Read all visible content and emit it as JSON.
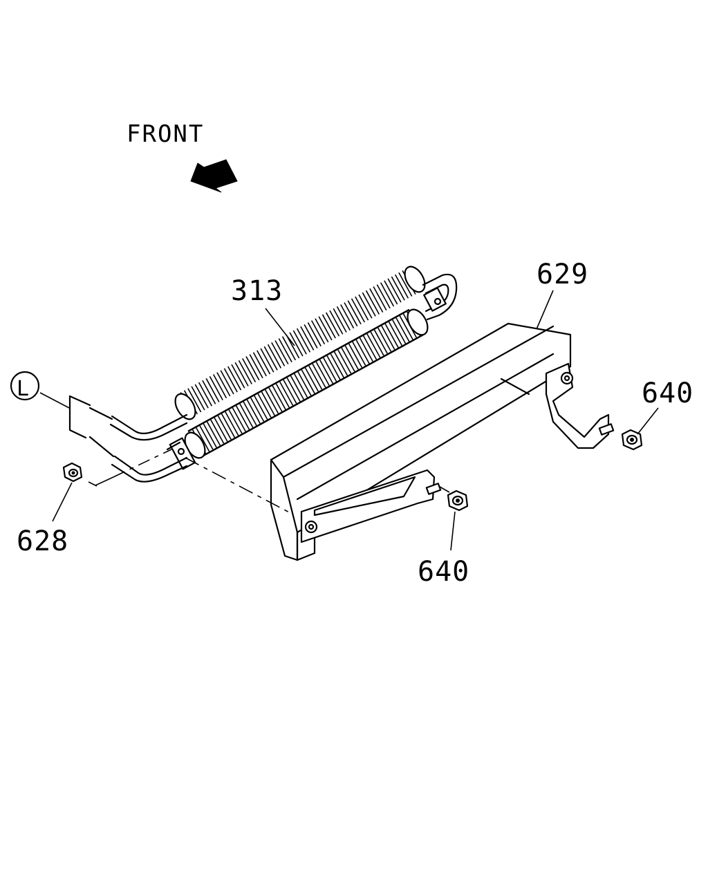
{
  "direction": {
    "text": "FRONT"
  },
  "callouts": {
    "circle_letter": "L",
    "cooler": "313",
    "bracket": "629",
    "nut_left": "628",
    "nut_right_top": "640",
    "nut_right_bottom": "640"
  },
  "colors": {
    "line": "#000000",
    "background": "#ffffff"
  }
}
